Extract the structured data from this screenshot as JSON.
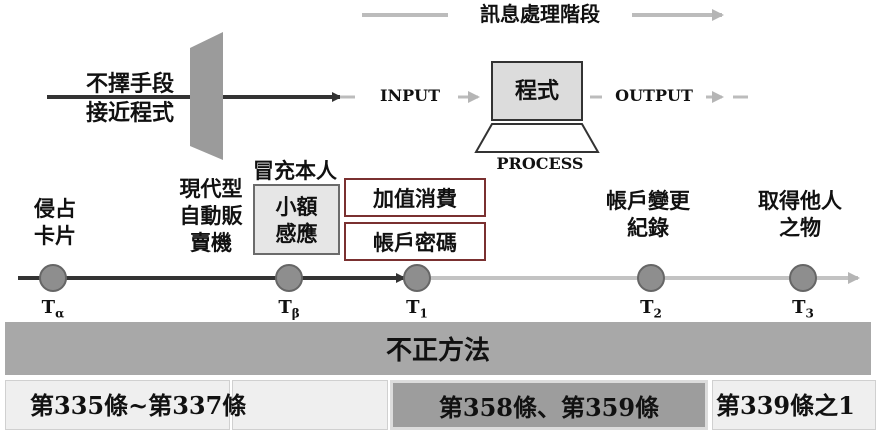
{
  "phase": {
    "title": "訊息處理階段",
    "input": "INPUT",
    "output": "OUTPUT",
    "program": "程式",
    "process": "PROCESS"
  },
  "left_label": {
    "line1": "不擇手段",
    "line2": "接近程式"
  },
  "timeline": {
    "events": [
      {
        "text": "侵占\n卡片",
        "tick": "T",
        "sub": "α"
      },
      {
        "text": "現代型\n自動販\n賣機",
        "tick": "T",
        "sub": "β"
      },
      {
        "text": "",
        "tick": "T",
        "sub": "1"
      },
      {
        "text": "帳戶變更\n紀錄",
        "tick": "T",
        "sub": "2"
      },
      {
        "text": "取得他人\n之物",
        "tick": "T",
        "sub": "3"
      }
    ],
    "impersonate": "冒充本人",
    "small_amount": "小額\n感應",
    "value_added": "加值消費",
    "account_password": "帳戶密碼"
  },
  "bottom": {
    "banner": "不正方法",
    "law_a": "第335條~第337條",
    "law_b": "第358條、第359條",
    "law_c": "第339條之1"
  }
}
